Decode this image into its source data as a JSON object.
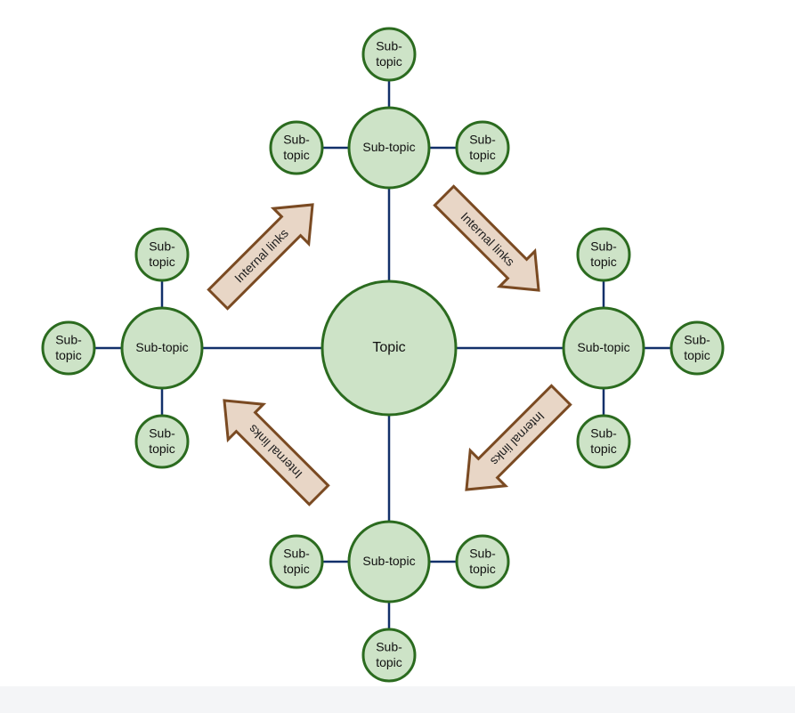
{
  "colors": {
    "node_fill": "#cde3c7",
    "node_stroke": "#2b6b1f",
    "link_line": "#12306a",
    "arrow_fill": "#e8d6c6",
    "arrow_stroke": "#7a4a22"
  },
  "center": {
    "label": "Topic"
  },
  "hubs": [
    {
      "id": "top",
      "label": "Sub-topic",
      "leaves": [
        {
          "label": "Sub-\ntopic"
        },
        {
          "label": "Sub-\ntopic"
        },
        {
          "label": "Sub-\ntopic"
        }
      ]
    },
    {
      "id": "right",
      "label": "Sub-topic",
      "leaves": [
        {
          "label": "Sub-\ntopic"
        },
        {
          "label": "Sub-\ntopic"
        },
        {
          "label": "Sub-\ntopic"
        }
      ]
    },
    {
      "id": "bottom",
      "label": "Sub-topic",
      "leaves": [
        {
          "label": "Sub-\ntopic"
        },
        {
          "label": "Sub-\ntopic"
        },
        {
          "label": "Sub-\ntopic"
        }
      ]
    },
    {
      "id": "left",
      "label": "Sub-topic",
      "leaves": [
        {
          "label": "Sub-\ntopic"
        },
        {
          "label": "Sub-\ntopic"
        },
        {
          "label": "Sub-\ntopic"
        }
      ]
    }
  ],
  "arrows": [
    {
      "label": "Internal links"
    },
    {
      "label": "Internal links"
    },
    {
      "label": "Internal links"
    },
    {
      "label": "Internal links"
    }
  ]
}
